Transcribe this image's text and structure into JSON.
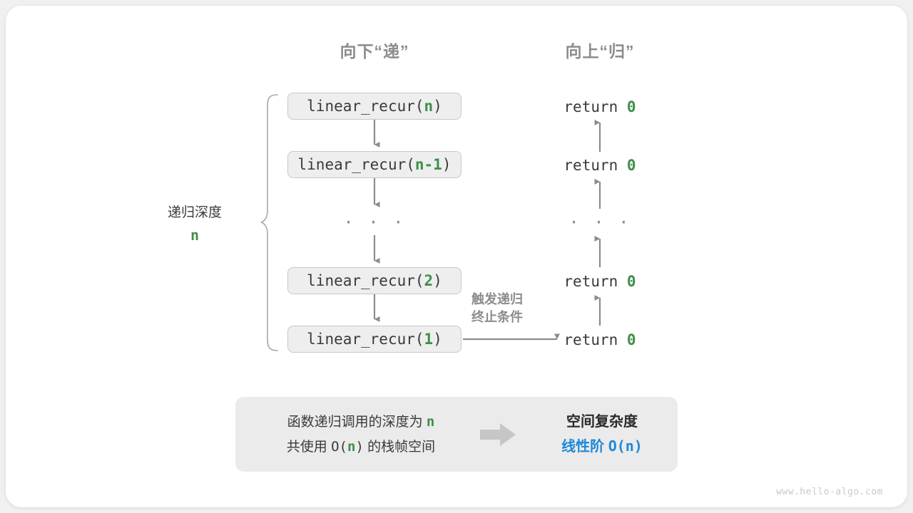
{
  "watermark": "www.hello-algo.com",
  "colors": {
    "accent_green": "#3e8e49",
    "accent_blue": "#1e88d8",
    "arrow_gray": "#8c8c8c",
    "box_fill": "#eeeeee",
    "panel_fill": "#ebebeb",
    "text": "#3a3a3a"
  },
  "headers": {
    "down": "向下“递”",
    "up": "向上“归”"
  },
  "depth": {
    "label": "递归深度",
    "value": "n"
  },
  "terminate": {
    "line1": "触发递归",
    "line2": "终止条件"
  },
  "call_stack": [
    {
      "prefix": "linear_recur(",
      "arg": "n",
      "suffix": ")"
    },
    {
      "prefix": "linear_recur(",
      "arg": "n-1",
      "suffix": ")"
    },
    {
      "prefix": "linear_recur(",
      "arg": "2",
      "suffix": ")"
    },
    {
      "prefix": "linear_recur(",
      "arg": "1",
      "suffix": ")"
    }
  ],
  "ellipsis": "· · ·",
  "returns": [
    {
      "keyword": "return",
      "value": "0"
    },
    {
      "keyword": "return",
      "value": "0"
    },
    {
      "keyword": "return",
      "value": "0"
    },
    {
      "keyword": "return",
      "value": "0"
    }
  ],
  "summary": {
    "line1_a": "函数递归调用的深度为",
    "line1_n": "n",
    "line2_a": "共使用",
    "line2_o": "O(",
    "line2_n": "n",
    "line2_c": ")",
    "line2_b": "的栈帧空间",
    "complexity_title": "空间复杂度",
    "complexity_order": "线性阶",
    "complexity_value": "O(n)"
  }
}
